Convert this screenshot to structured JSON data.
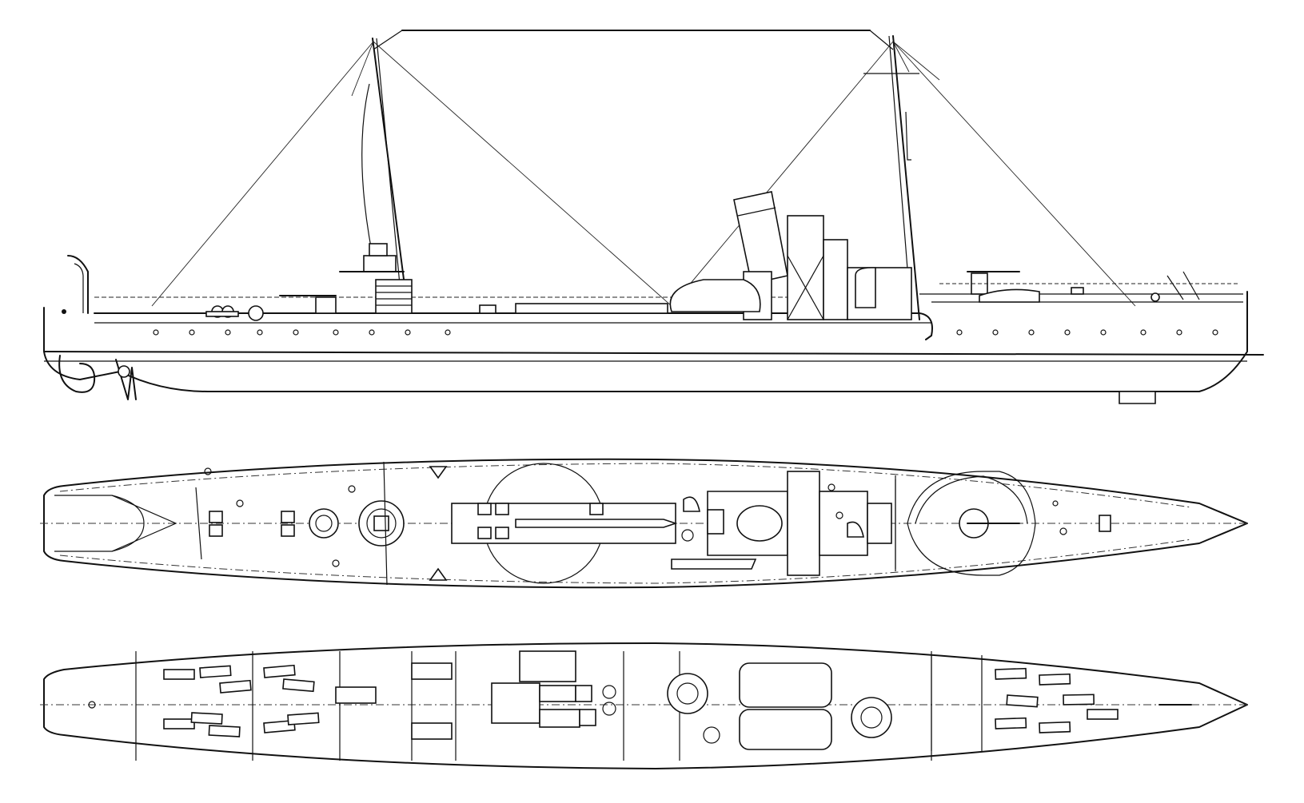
{
  "figure": {
    "views": [
      {
        "id": "profile",
        "kind": "side-elevation"
      },
      {
        "id": "deck",
        "kind": "plan-upper-deck"
      },
      {
        "id": "hold",
        "kind": "plan-internal-arrangement"
      }
    ],
    "colors": {
      "line": "#111111",
      "background": "#ffffff"
    }
  }
}
